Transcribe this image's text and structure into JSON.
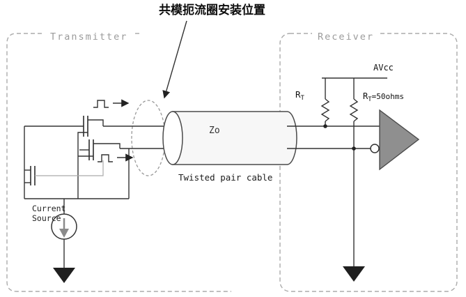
{
  "title": "共模扼流圈安装位置",
  "regions": {
    "transmitter_label": "Transmitter",
    "receiver_label": "Receiver"
  },
  "cable": {
    "impedance": "Zo",
    "caption": "Twisted pair cable"
  },
  "transmitter": {
    "current_source_line1": "Current",
    "current_source_line2": "Source"
  },
  "receiver": {
    "supply_label": "AVcc",
    "rt_left_base": "R",
    "rt_left_sub": "T",
    "rt_right_base": "R",
    "rt_right_sub": "T",
    "rt_right_value": "=50ohms"
  },
  "colors": {
    "wire": "#333333",
    "region_border": "#ababab",
    "amp_fill": "#8f8f8f",
    "ground_fill": "#1f1f1f",
    "choke_ellipse": "#999999"
  }
}
